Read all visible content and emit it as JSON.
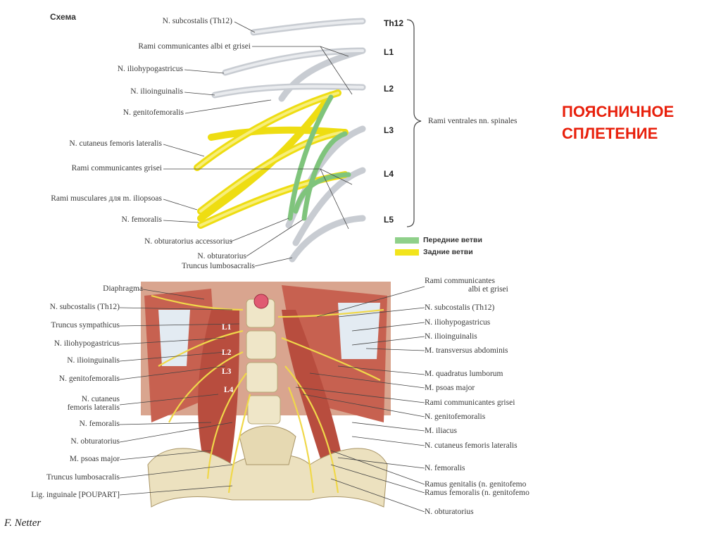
{
  "title": {
    "line1": "ПОЯСНИЧНОЕ",
    "line2": "СПЛЕТЕНИЕ"
  },
  "schema": {
    "heading": "Схема",
    "segments": [
      "Th12",
      "L1",
      "L2",
      "L3",
      "L4",
      "L5"
    ],
    "brace_label": "Rami ventrales nn. spinales",
    "left_labels": [
      "N. subcostalis (Th12)",
      "Rami communicantes albi et grisei",
      "N. iliohypogastricus",
      "N. ilioinguinalis",
      "N. genitofemoralis",
      "N. cutaneus femoris lateralis",
      "Rami communicantes grisei",
      "Rami musculares для m. iliopsoas",
      "N. femoralis",
      "N. obturatorius accessorius",
      "N. obturatorius",
      "Truncus lumbosacralis"
    ],
    "legend": [
      {
        "label": "Передние ветви",
        "color": "#8fd08a"
      },
      {
        "label": "Задние ветви",
        "color": "#f2e41c"
      }
    ]
  },
  "anatomy": {
    "left_labels": [
      "Diaphragma",
      "N. subcostalis (Th12)",
      "Truncus sympathicus",
      "N. iliohypogastricus",
      "N. ilioinguinalis",
      "N. genitofemoralis",
      "N. cutaneus",
      "femoris lateralis",
      "N. femoralis",
      "N. obturatorius",
      "M. psoas major",
      "Truncus lumbosacralis",
      "Lig. inguinale [POUPART]"
    ],
    "right_labels": [
      "Rami communicantes",
      "albi et grisei",
      "N. subcostalis (Th12)",
      "N. iliohypogastricus",
      "N. ilioinguinalis",
      "M. transversus abdominis",
      "M. quadratus lumborum",
      "M. psoas major",
      "Rami communicantes grisei",
      "N. genitofemoralis",
      "M. iliacus",
      "N. cutaneus femoris lateralis",
      "N. femoralis",
      "Ramus genitalis (n. genitofemo",
      "Ramus femoralis (n. genitofemo",
      "N. obturatorius"
    ],
    "vertebra_labels": [
      "L1",
      "L2",
      "L3",
      "L4"
    ],
    "signature": "F. Netter"
  },
  "colors": {
    "title": "#e8200c",
    "anterior": "#8fd08a",
    "posterior": "#f2e41c",
    "nerve_gray": "#cfd3d8",
    "muscle": "#c9574a"
  }
}
